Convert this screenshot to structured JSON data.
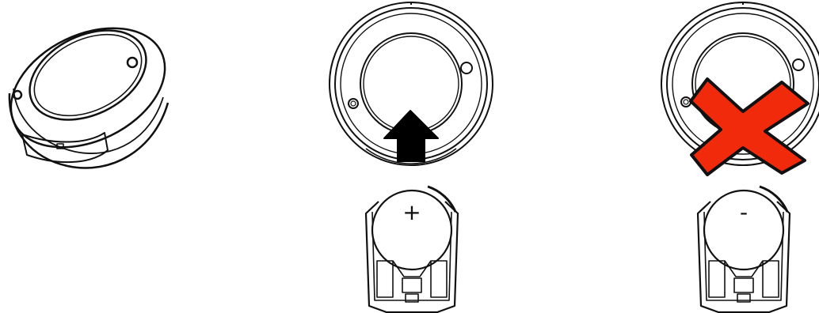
{
  "figure": {
    "background": "#ffffff",
    "stroke_color": "#111111",
    "arrow_color": "#000000",
    "cross_fill": "#f22a0c",
    "cross_outline": "#111111"
  },
  "panels": [
    {
      "id": "device-perspective",
      "icon": "device-perspective-icon"
    },
    {
      "id": "correct-orientation",
      "icon": "device-top-view-icon",
      "marker": "up-arrow-icon",
      "battery_symbol": "+"
    },
    {
      "id": "wrong-orientation",
      "icon": "device-top-view-icon",
      "marker": "red-cross-icon",
      "battery_symbol": "-"
    }
  ]
}
